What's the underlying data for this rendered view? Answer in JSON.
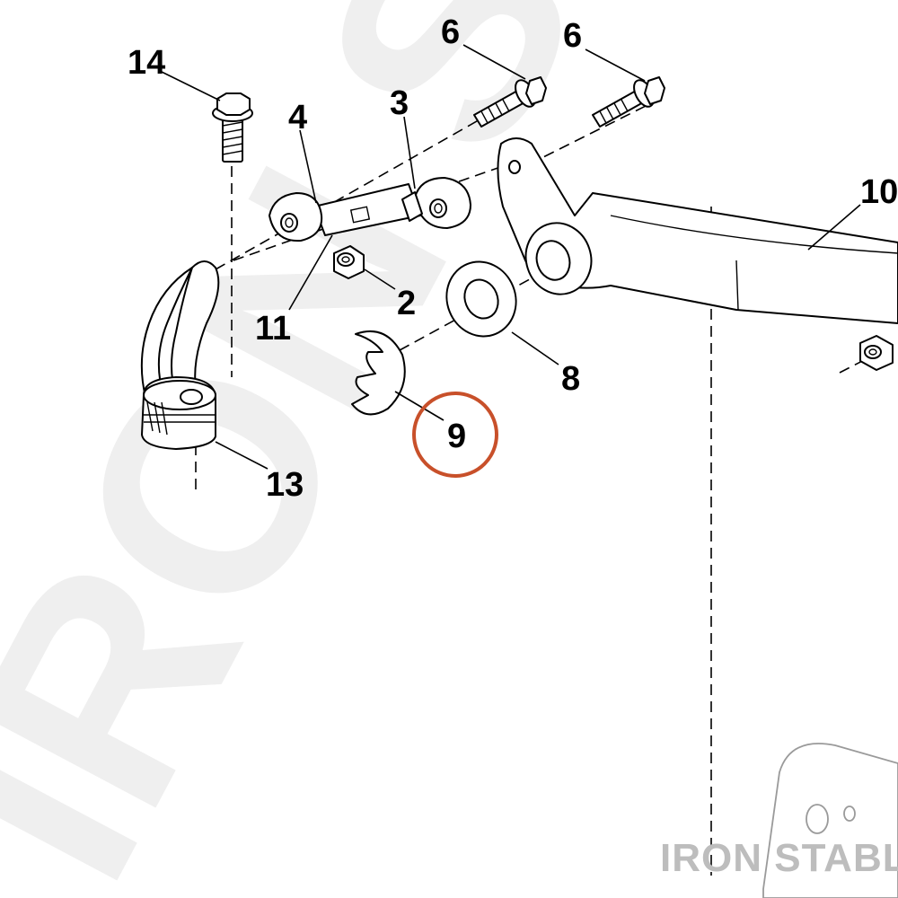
{
  "watermark": {
    "large_text": "IRON ST",
    "brand_text": "IRON STABLE"
  },
  "callouts": [
    {
      "id": "c14a",
      "label": "14"
    },
    {
      "id": "c6a",
      "label": "6"
    },
    {
      "id": "c6b",
      "label": "6"
    },
    {
      "id": "c4",
      "label": "4"
    },
    {
      "id": "c3",
      "label": "3"
    },
    {
      "id": "c10",
      "label": "10"
    },
    {
      "id": "c11",
      "label": "11"
    },
    {
      "id": "c2",
      "label": "2"
    },
    {
      "id": "c8",
      "label": "8"
    },
    {
      "id": "c9",
      "label": "9"
    },
    {
      "id": "c13",
      "label": "13"
    }
  ],
  "highlighted_callout": "9",
  "colors": {
    "highlight": "#c8502a",
    "watermark": "#efefef",
    "brand": "#bdbdbd",
    "line": "#000000"
  }
}
